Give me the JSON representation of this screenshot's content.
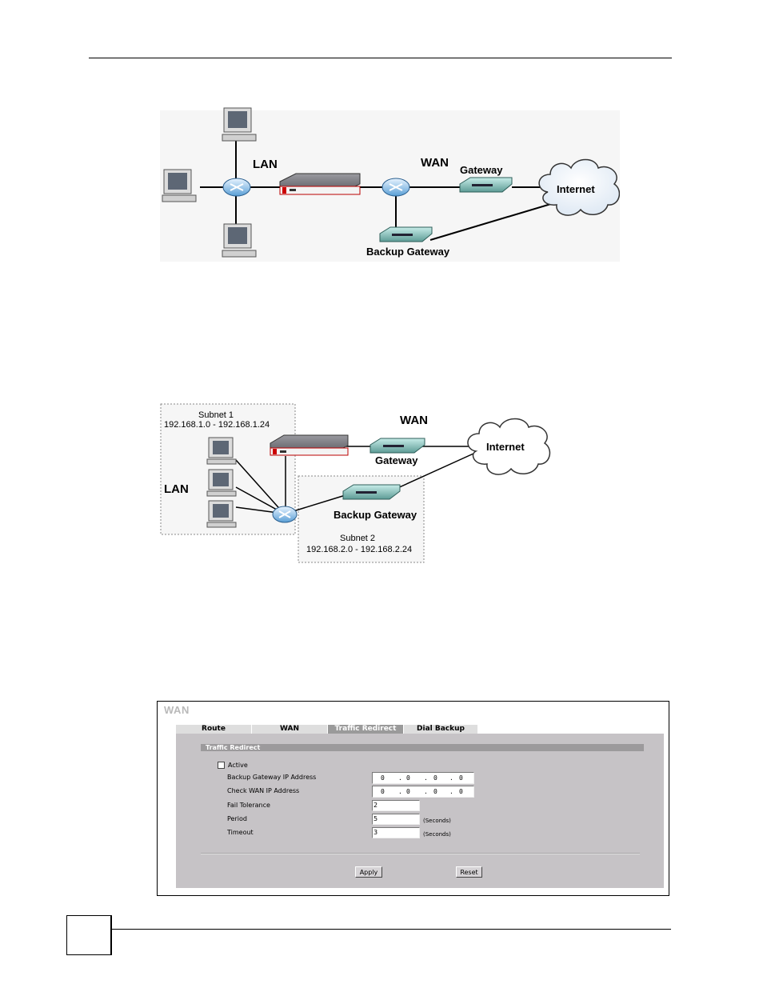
{
  "figure1": {
    "lan_label": "LAN",
    "wan_label": "WAN",
    "gateway_label": "Gateway",
    "internet_label": "Internet",
    "backup_gateway_label": "Backup Gateway"
  },
  "figure2": {
    "subnet1_title": "Subnet 1",
    "subnet1_range": "192.168.1.0 - 192.168.1.24",
    "lan_label": "LAN",
    "wan_label": "WAN",
    "gateway_label": "Gateway",
    "internet_label": "Internet",
    "backup_gateway_label": "Backup Gateway",
    "subnet2_title": "Subnet 2",
    "subnet2_range": "192.168.2.0 - 192.168.2.24"
  },
  "wan_screen": {
    "title": "WAN",
    "tabs": [
      {
        "label": "Route",
        "active": false
      },
      {
        "label": "WAN",
        "active": false
      },
      {
        "label": "Traffic Redirect",
        "active": true
      },
      {
        "label": "Dial Backup",
        "active": false
      }
    ],
    "section_title": "Traffic Redirect",
    "active_label": "Active",
    "active_checked": false,
    "backup_gateway_ip_label": "Backup Gateway IP Address",
    "backup_gateway_ip": [
      "0",
      "0",
      "0",
      "0"
    ],
    "check_wan_ip_label": "Check WAN IP Address",
    "check_wan_ip": [
      "0",
      "0",
      "0",
      "0"
    ],
    "fail_tolerance_label": "Fail Tolerance",
    "fail_tolerance_value": "2",
    "period_label": "Period",
    "period_value": "5",
    "period_unit": "(Seconds)",
    "timeout_label": "Timeout",
    "timeout_value": "3",
    "timeout_unit": "(Seconds)",
    "apply_label": "Apply",
    "reset_label": "Reset"
  }
}
